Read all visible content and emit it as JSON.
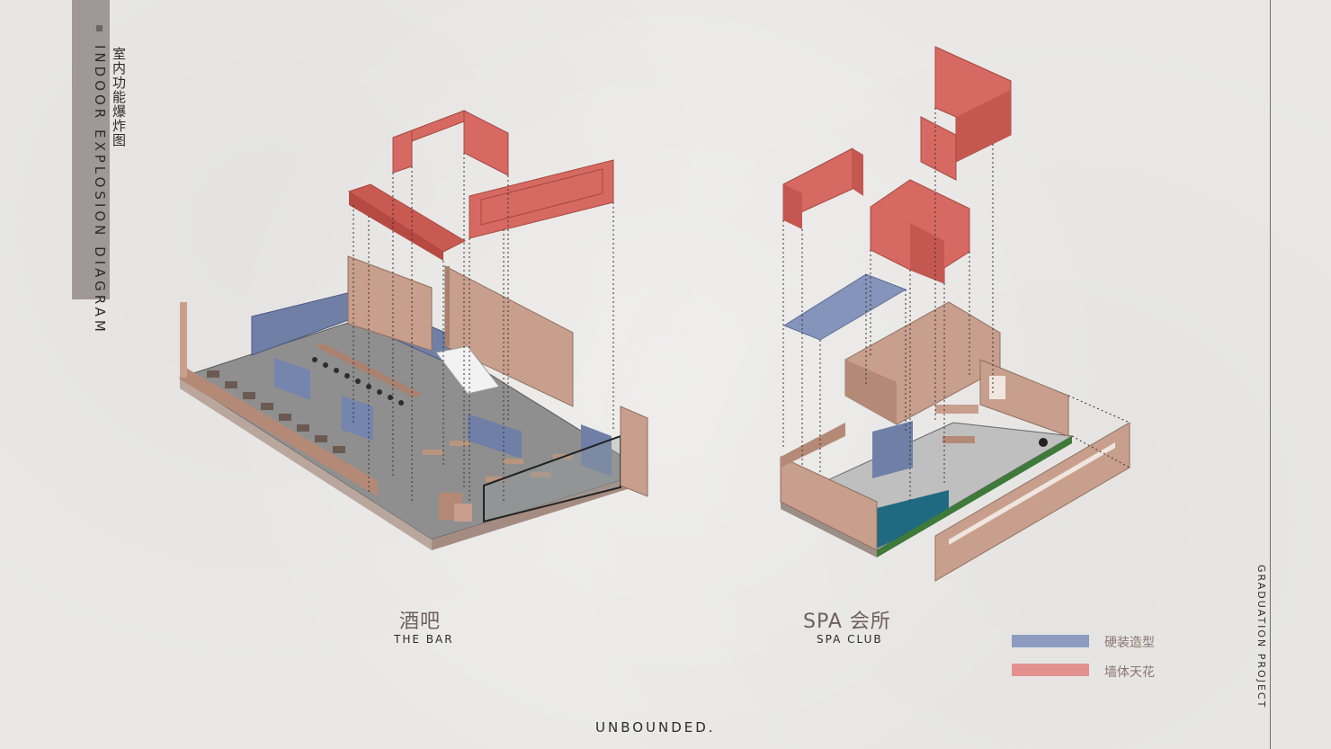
{
  "sidebar": {
    "title_en": "INDOOR EXPLOSION DIAGRAM",
    "title_cn": "室内功能爆炸图"
  },
  "right_label": "GRADUATION PROJECT",
  "captions": {
    "bar": {
      "cn": "酒吧",
      "en": "THE BAR"
    },
    "spa": {
      "cn": "SPA 会所",
      "en": "SPA CLUB"
    }
  },
  "legend": [
    {
      "label": "硬装造型",
      "color": "#8d9cc0"
    },
    {
      "label": "墙体天花",
      "color": "#e39090"
    }
  ],
  "brand": "UNBOUNDED.",
  "colors": {
    "red_block": "#d66a62",
    "blue_block": "#6f7fa6",
    "wall": "#c89f8c",
    "floor": "#8d8d8d",
    "teal": "#1f6a80"
  }
}
